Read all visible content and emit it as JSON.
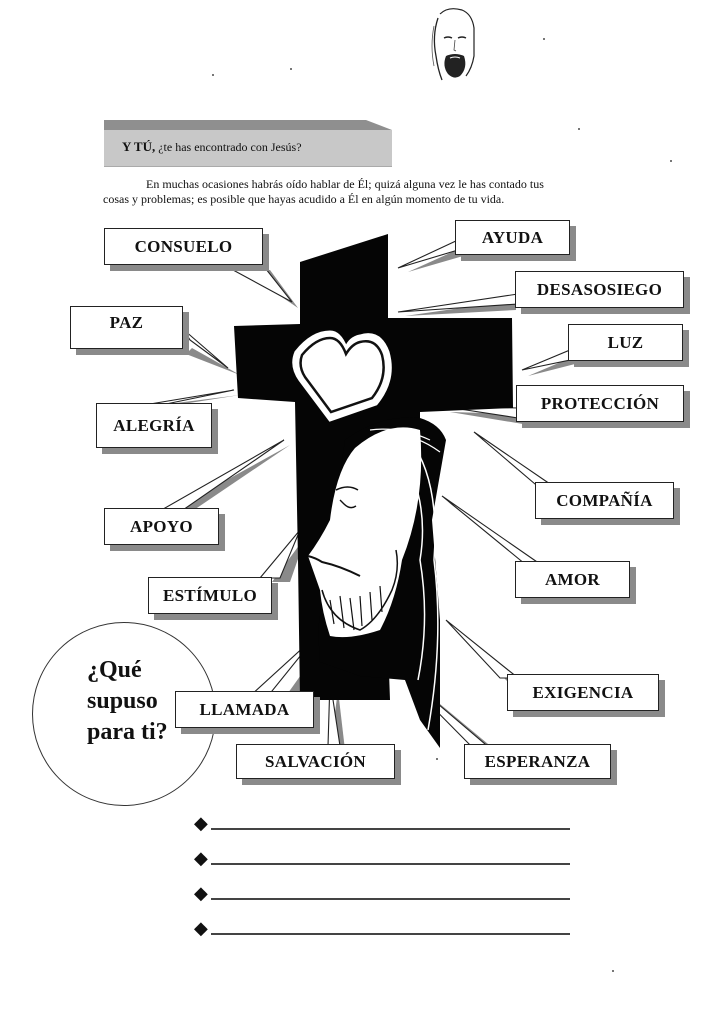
{
  "header": {
    "portrait_icon": "jesus-face-sketch"
  },
  "title_banner": {
    "bold_text": "Y TÚ,",
    "text": " ¿te has encontrado con Jesús?"
  },
  "intro": {
    "line1": "En muchas ocasiones habrás oído hablar de Él; quizá alguna vez le has contado tus",
    "line2": "cosas y problemas; es posible que hayas acudido a Él en algún momento de tu vida."
  },
  "illustration": {
    "subject": "cross-with-heart-and-jesus-profile"
  },
  "labels": [
    {
      "id": "consuelo",
      "text": "CONSUELO"
    },
    {
      "id": "ayuda",
      "text": "AYUDA"
    },
    {
      "id": "desasosiego",
      "text": "DESASOSIEGO"
    },
    {
      "id": "paz",
      "text": "PAZ"
    },
    {
      "id": "luz",
      "text": "LUZ"
    },
    {
      "id": "alegria",
      "text": "ALEGRÍA"
    },
    {
      "id": "proteccion",
      "text": "PROTECCIÓN"
    },
    {
      "id": "compania",
      "text": "COMPAÑÍA"
    },
    {
      "id": "apoyo",
      "text": "APOYO"
    },
    {
      "id": "amor",
      "text": "AMOR"
    },
    {
      "id": "estimulo",
      "text": "ESTÍMULO"
    },
    {
      "id": "exigencia",
      "text": "EXIGENCIA"
    },
    {
      "id": "llamada",
      "text": "LLAMADA"
    },
    {
      "id": "salvacion",
      "text": "SALVACIÓN"
    },
    {
      "id": "esperanza",
      "text": "ESPERANZA"
    }
  ],
  "question_circle": {
    "line1": "¿Qué",
    "line2": "supuso",
    "line3": "para ti?"
  },
  "answer_lines": {
    "bullet": "◆",
    "count": 4
  }
}
